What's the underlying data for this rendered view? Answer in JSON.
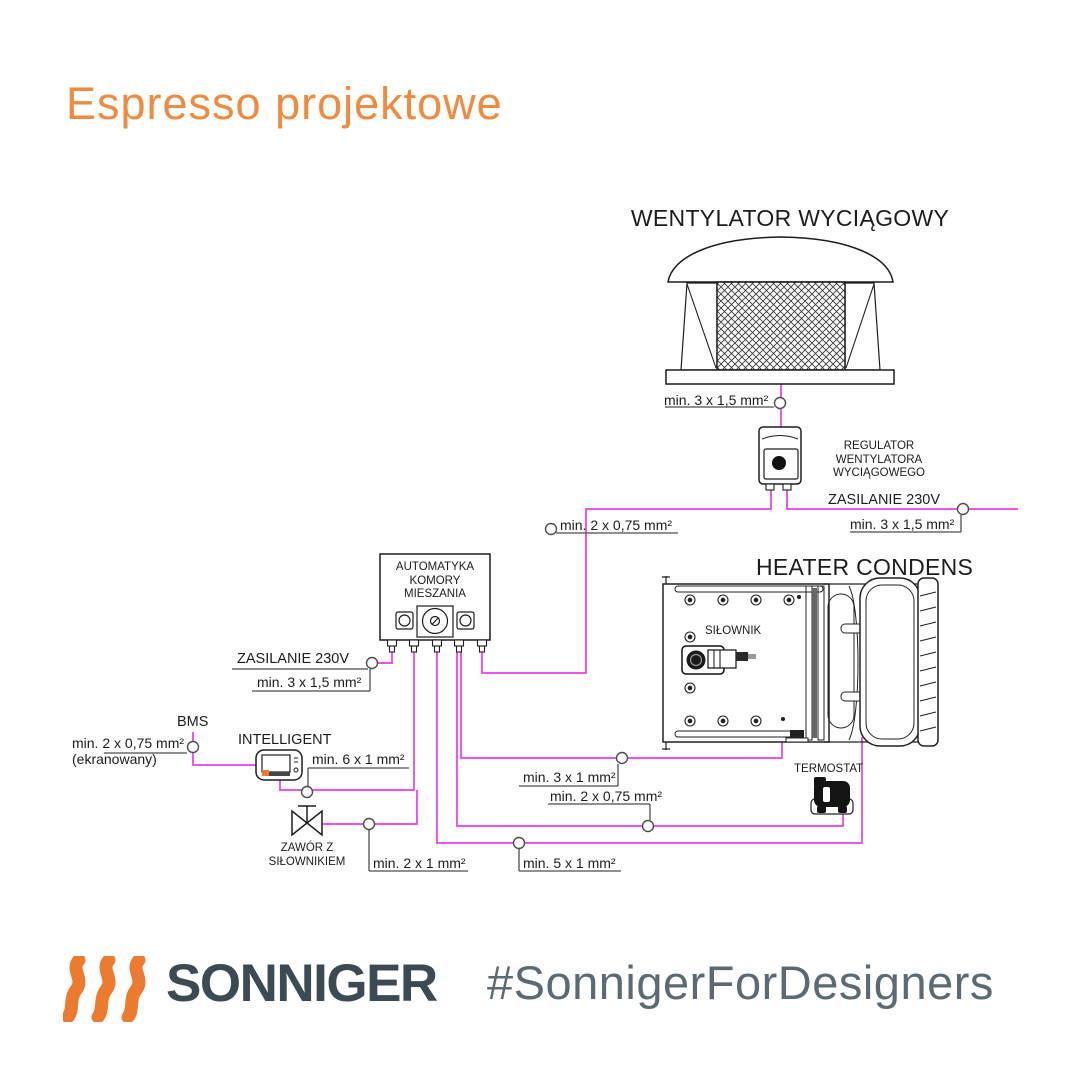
{
  "page": {
    "title": "Espresso projektowe",
    "brand": "SONNIGER",
    "hashtag": "#SonnigerForDesigners"
  },
  "colors": {
    "accent_orange": "#ef8a3f",
    "flame_orange": "#ed7b2f",
    "wire_magenta": "#e93ce9",
    "ink": "#1d1d1b",
    "leader_gray": "#4d4d4d",
    "brand_dark": "#3c4a54",
    "hashtag_gray": "#5b6a73"
  },
  "diagram": {
    "fan_title": "WENTYLATOR WYCIĄGOWY",
    "fan_cable": "min. 3 x 1,5 mm²",
    "regulator_label_1": "REGULATOR WENTYLATORA",
    "regulator_label_2": "WYCIĄGOWEGO",
    "power_right_label": "ZASILANIE 230V",
    "power_right_cable": "min. 3 x 1,5 mm²",
    "cable_2x075_top": "min. 2 x 0,75 mm²",
    "automation_label_1": "AUTOMATYKA",
    "automation_label_2": "KOMORY MIESZANIA",
    "power_left_label": "ZASILANIE 230V",
    "power_left_cable": "min. 3 x 1,5 mm²",
    "bms_label": "BMS",
    "bms_cable": "min. 2 x 0,75 mm²",
    "bms_note": "(ekranowany)",
    "intelligent_label": "INTELLIGENT",
    "cable_6x1": "min. 6 x 1 mm²",
    "heater_title": "HEATER CONDENS",
    "silownik_label": "SIŁOWNIK",
    "cable_3x1": "min. 3 x 1 mm²",
    "cable_2x075_bottom": "min. 2 x 0,75 mm²",
    "termostat_label": "TERMOSTAT",
    "valve_label_1": "ZAWÓR Z",
    "valve_label_2": "SIŁOWNIKIEM",
    "cable_2x1": "min. 2 x 1 mm²",
    "cable_5x1": "min. 5 x 1 mm²"
  }
}
